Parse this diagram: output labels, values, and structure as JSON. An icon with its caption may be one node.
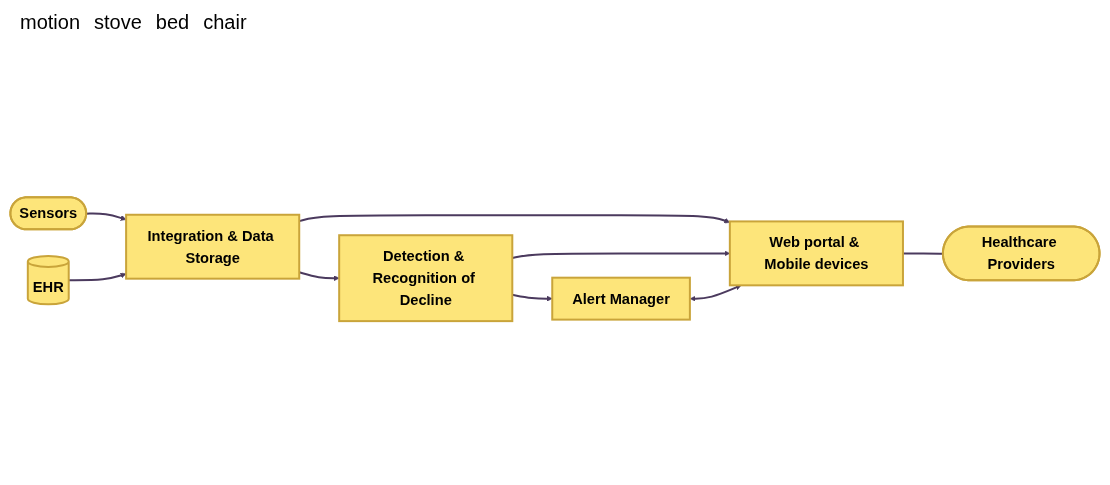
{
  "diagram": {
    "nodes": [
      {
        "text": [
          "Sensors"
        ],
        "beside": [
          "motion",
          "stove",
          "bed",
          "chair"
        ]
      },
      {
        "text": [
          "Integration & Data Storage"
        ]
      },
      {
        "text": [
          "EHR"
        ]
      },
      {
        "text": [
          "Detection & Recognition of Decline"
        ]
      },
      {
        "text": [
          "Alert Manager"
        ]
      },
      {
        "text": [
          "Web portal & Mobile devices"
        ]
      },
      {
        "text": [
          "Healthcare Providers"
        ]
      }
    ],
    "edges": [
      {
        "from": 0,
        "to": 1,
        "arrow": "to"
      },
      {
        "from": 2,
        "to": 1,
        "arrow": "to"
      },
      {
        "from": 1,
        "to": 5,
        "arrow": "to"
      },
      {
        "from": 1,
        "to": 3,
        "arrow": "to"
      },
      {
        "from": 3,
        "to": 5,
        "arrow": "to"
      },
      {
        "from": 3,
        "to": 4,
        "arrow": "to"
      },
      {
        "from": 4,
        "to": 5,
        "arrow": "both"
      },
      {
        "from": 5,
        "to": 6,
        "arrow": "none"
      }
    ]
  }
}
